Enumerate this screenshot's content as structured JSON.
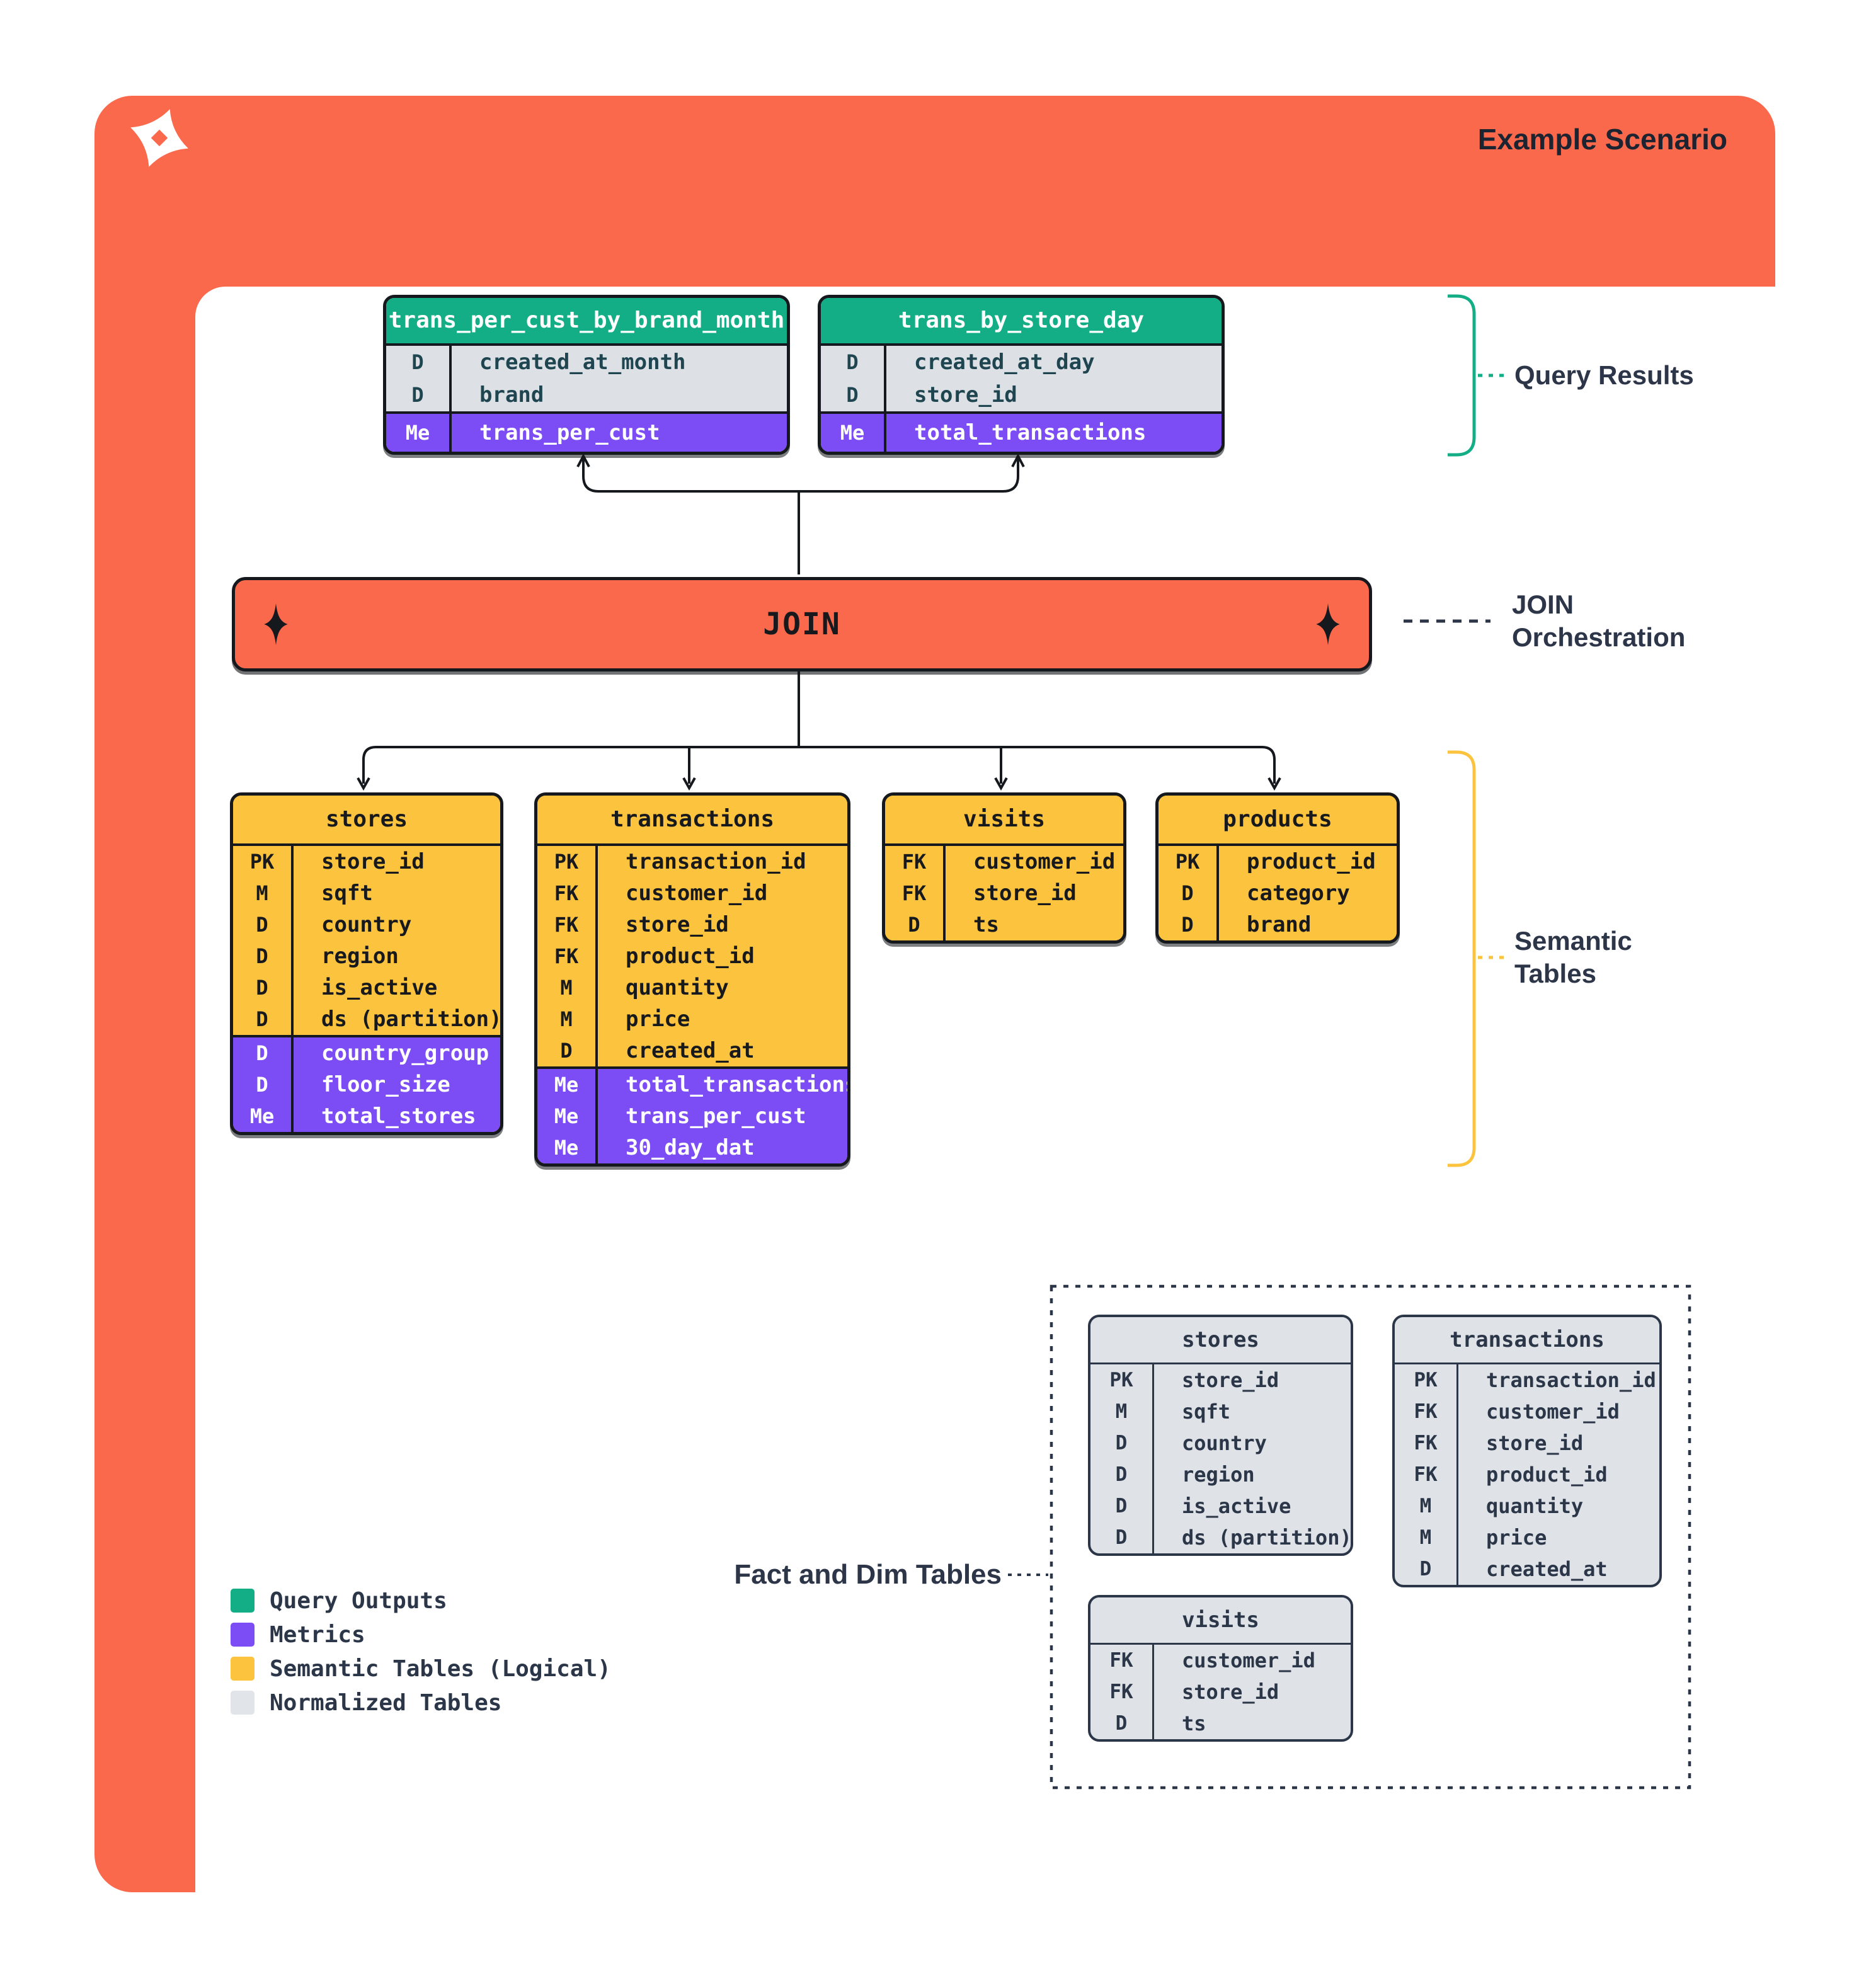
{
  "header": {
    "title": "Example Scenario"
  },
  "icons": {
    "logo": "four-point-pinwheel-x-logo",
    "join_sparkle": "four-point-star"
  },
  "colors": {
    "accent_orange": "#fa694c",
    "query_output_green": "#13ae85",
    "metric_purple": "#7c4cf5",
    "semantic_yellow": "#fbc33e",
    "normalized_gray": "#dfe3e7",
    "ink": "#15181d",
    "navy": "#2b3648"
  },
  "join": {
    "label": "JOIN"
  },
  "annotations": {
    "query_results": "Query Results",
    "join_orchestration": [
      "JOIN",
      "Orchestration"
    ],
    "semantic_tables": [
      "Semantic",
      "Tables"
    ],
    "fact_and_dim": "Fact and Dim Tables"
  },
  "query_tables": [
    {
      "name": "trans_per_cust_by_brand_month",
      "dims": [
        {
          "k": "D",
          "f": "created_at_month"
        },
        {
          "k": "D",
          "f": "brand"
        }
      ],
      "metrics": [
        {
          "k": "Me",
          "f": "trans_per_cust"
        }
      ]
    },
    {
      "name": "trans_by_store_day",
      "dims": [
        {
          "k": "D",
          "f": "created_at_day"
        },
        {
          "k": "D",
          "f": "store_id"
        }
      ],
      "metrics": [
        {
          "k": "Me",
          "f": "total_transactions"
        }
      ]
    }
  ],
  "semantic_tables": [
    {
      "name": "stores",
      "columns": [
        {
          "k": "PK",
          "f": "store_id"
        },
        {
          "k": "M",
          "f": "sqft"
        },
        {
          "k": "D",
          "f": "country"
        },
        {
          "k": "D",
          "f": "region"
        },
        {
          "k": "D",
          "f": "is_active"
        },
        {
          "k": "D",
          "f": "ds (partition)"
        }
      ],
      "metrics": [
        {
          "k": "D",
          "f": "country_group"
        },
        {
          "k": "D",
          "f": "floor_size"
        },
        {
          "k": "Me",
          "f": "total_stores"
        }
      ]
    },
    {
      "name": "transactions",
      "columns": [
        {
          "k": "PK",
          "f": "transaction_id"
        },
        {
          "k": "FK",
          "f": "customer_id"
        },
        {
          "k": "FK",
          "f": "store_id"
        },
        {
          "k": "FK",
          "f": "product_id"
        },
        {
          "k": "M",
          "f": "quantity"
        },
        {
          "k": "M",
          "f": "price"
        },
        {
          "k": "D",
          "f": "created_at"
        }
      ],
      "metrics": [
        {
          "k": "Me",
          "f": "total_transactions"
        },
        {
          "k": "Me",
          "f": "trans_per_cust"
        },
        {
          "k": "Me",
          "f": "30_day_dat"
        }
      ]
    },
    {
      "name": "visits",
      "columns": [
        {
          "k": "FK",
          "f": "customer_id"
        },
        {
          "k": "FK",
          "f": "store_id"
        },
        {
          "k": "D",
          "f": "ts"
        }
      ],
      "metrics": []
    },
    {
      "name": "products",
      "columns": [
        {
          "k": "PK",
          "f": "product_id"
        },
        {
          "k": "D",
          "f": "category"
        },
        {
          "k": "D",
          "f": "brand"
        }
      ],
      "metrics": []
    }
  ],
  "normalized_tables": [
    {
      "name": "stores",
      "columns": [
        {
          "k": "PK",
          "f": "store_id"
        },
        {
          "k": "M",
          "f": "sqft"
        },
        {
          "k": "D",
          "f": "country"
        },
        {
          "k": "D",
          "f": "region"
        },
        {
          "k": "D",
          "f": "is_active"
        },
        {
          "k": "D",
          "f": "ds (partition)"
        }
      ]
    },
    {
      "name": "transactions",
      "columns": [
        {
          "k": "PK",
          "f": "transaction_id"
        },
        {
          "k": "FK",
          "f": "customer_id"
        },
        {
          "k": "FK",
          "f": "store_id"
        },
        {
          "k": "FK",
          "f": "product_id"
        },
        {
          "k": "M",
          "f": "quantity"
        },
        {
          "k": "M",
          "f": "price"
        },
        {
          "k": "D",
          "f": "created_at"
        }
      ]
    },
    {
      "name": "visits",
      "columns": [
        {
          "k": "FK",
          "f": "customer_id"
        },
        {
          "k": "FK",
          "f": "store_id"
        },
        {
          "k": "D",
          "f": "ts"
        }
      ]
    }
  ],
  "legend": [
    {
      "label": "Query Outputs",
      "color": "#13ae85"
    },
    {
      "label": "Metrics",
      "color": "#7c4cf5"
    },
    {
      "label": "Semantic Tables (Logical)",
      "color": "#fbc33e"
    },
    {
      "label": "Normalized Tables",
      "color": "#e1e5e9"
    }
  ]
}
